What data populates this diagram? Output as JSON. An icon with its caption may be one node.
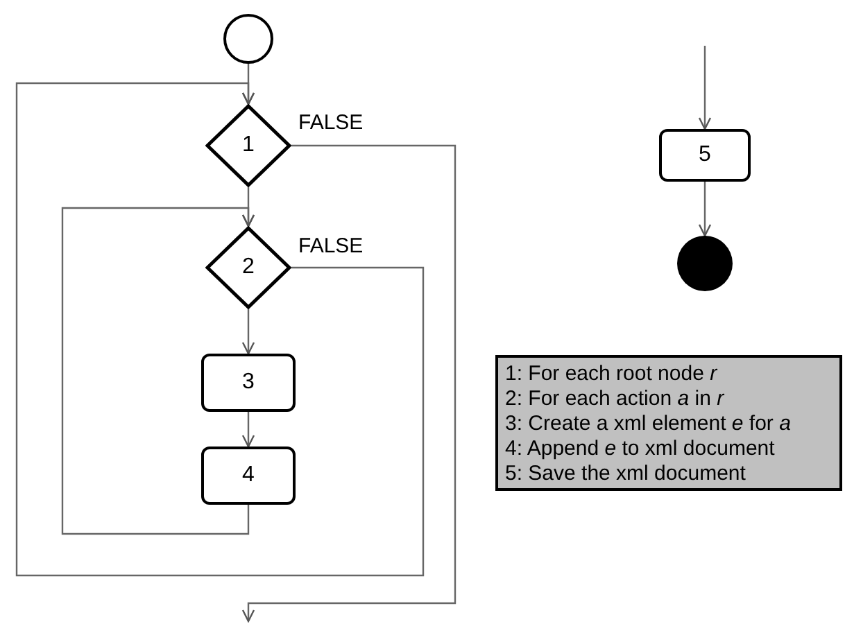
{
  "diagram": {
    "nodes": [
      {
        "text": [],
        "shape": "circle"
      },
      {
        "text": [
          "1"
        ]
      },
      {
        "text": [
          "2"
        ]
      },
      {
        "text": [
          "3"
        ]
      },
      {
        "text": [
          "4"
        ]
      },
      {
        "text": [
          "5"
        ]
      },
      {
        "text": [],
        "shape": "dot"
      },
      {
        "text": [
          "1: For each root node *r*",
          "2: For each action *a* in *r*",
          "3: Create a xml element *e* for *a*",
          "4: Append *e* to xml document",
          "5: Save the xml document"
        ]
      }
    ],
    "edges": [
      {
        "from": 0,
        "to": 1,
        "arrow": "to"
      },
      {
        "from": 1,
        "to": 2,
        "arrow": "to"
      },
      {
        "from": 2,
        "to": 3,
        "arrow": "to"
      },
      {
        "from": 3,
        "to": 4,
        "arrow": "to"
      },
      {
        "from": 4,
        "to": 2,
        "arrow": "to"
      },
      {
        "from": 2,
        "to": 1,
        "arrow": "to",
        "label": "FALSE"
      },
      {
        "from": 1,
        "to": null,
        "arrow": "to",
        "label": "FALSE"
      },
      {
        "from": null,
        "to": 5,
        "arrow": "to"
      },
      {
        "from": 5,
        "to": 6,
        "arrow": "to"
      }
    ]
  }
}
